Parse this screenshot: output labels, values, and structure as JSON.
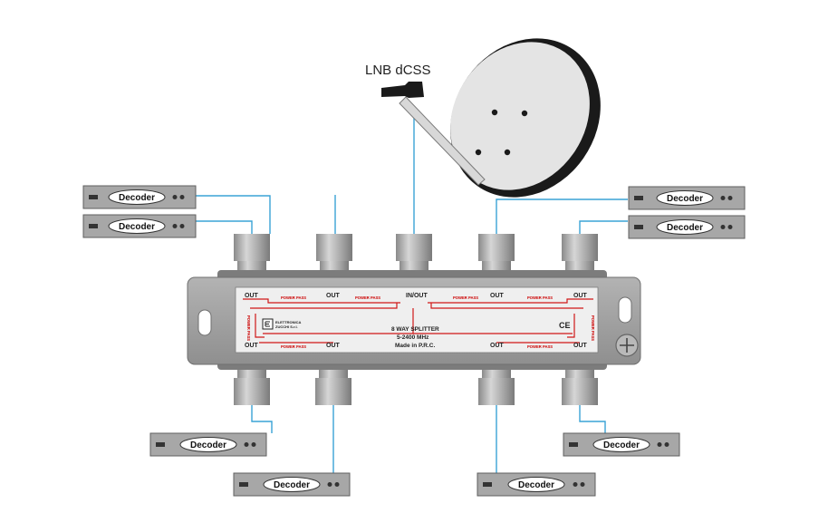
{
  "lnb_label": "LNB dCSS",
  "splitter": {
    "title": "8 WAY SPLITTER",
    "freq": "5-2400 MHz",
    "made": "Made in P.R.C.",
    "in_out": "IN/OUT",
    "out": "OUT",
    "power_pass": "POWER PASS",
    "logo_line1": "ELETTRONICA",
    "logo_line2": "ZUCCHI S.r.l.",
    "ce_mark": "CE"
  },
  "decoder_label": "Decoder",
  "colors": {
    "cable": "#3aa3d6",
    "red_line": "#d01818",
    "body": "#9c9c9c",
    "panel": "#efefef",
    "dish": "#e4e4e4",
    "dish_rim": "#1a1a1a"
  }
}
